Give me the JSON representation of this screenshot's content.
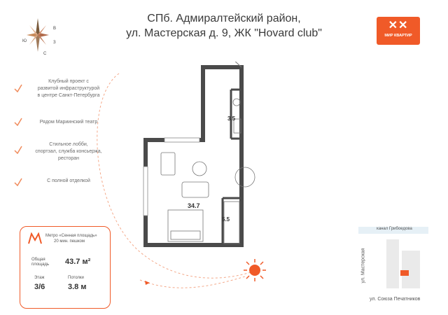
{
  "header": {
    "line1": "СПб. Адмиралтейский район,",
    "line2": "ул. Мастерская д. 9, ЖК \"Hovard club\""
  },
  "logo": {
    "text": "МИР КВАРТИР",
    "color": "#f05a28"
  },
  "compass": {
    "n": "С",
    "s": "Ю",
    "w": "З",
    "e": "В"
  },
  "features": [
    {
      "lines": [
        "Клубный проект с",
        "развитой инфраструктурой",
        "в центре Санкт-Петербурга"
      ]
    },
    {
      "lines": [
        "Рядом Мариинский театр"
      ]
    },
    {
      "lines": [
        "Стильное лобби,",
        "спортзал, служба консьержа,",
        "ресторан"
      ]
    },
    {
      "lines": [
        "С полной отделкой"
      ]
    }
  ],
  "info": {
    "metro_line1": "Метро «Сенная площадь»",
    "metro_line2": "20 мин. пешком",
    "area_label_1": "Общая",
    "area_label_2": "площадь",
    "area_value": "43.7 м²",
    "floor_label": "Этаж",
    "floor_value": "3/6",
    "ceiling_label": "Потолки",
    "ceiling_value": "3.8 м"
  },
  "rooms": {
    "bathroom": "3.5",
    "living": "34.7",
    "kitchen": "5.5"
  },
  "map": {
    "canal": "канал Грибоедова",
    "street_vertical": "ул. Мастерская",
    "street_bottom": "ул. Союза Печатников"
  },
  "colors": {
    "accent": "#f05a28",
    "wall": "#4a4a4a"
  }
}
